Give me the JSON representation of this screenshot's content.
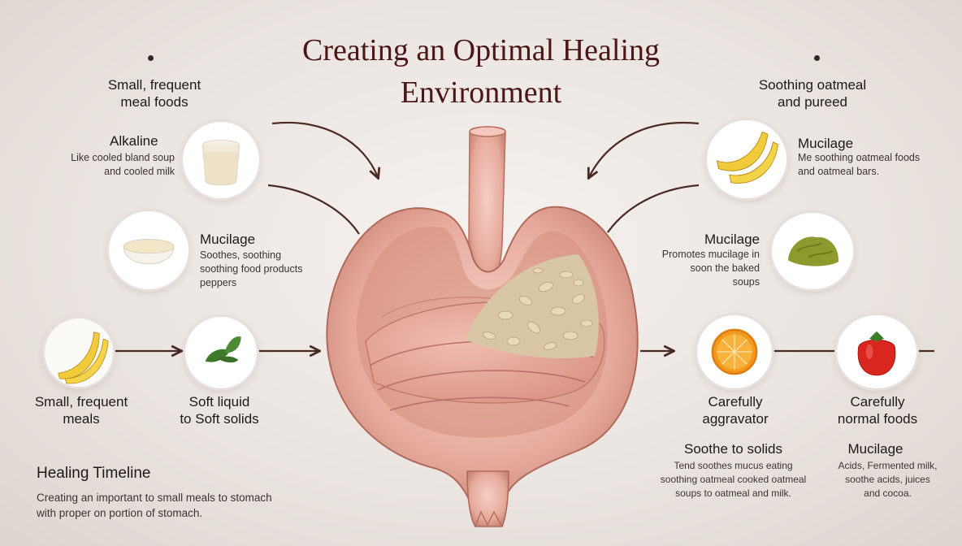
{
  "title": {
    "line1": "Creating an Optimal Healing",
    "line2": "Environment"
  },
  "left": {
    "top_heading": {
      "line1": "Small, frequent",
      "line2": "meal foods"
    },
    "alkaline": {
      "heading": "Alkaline",
      "line1": "Like cooled bland soup",
      "line2": "and cooled milk"
    },
    "mucilage": {
      "heading": "Mucilage",
      "line1": "Soothes, soothing",
      "line2": "soothing food products",
      "line3": "peppers"
    },
    "small_meals": {
      "line1": "Small, frequent",
      "line2": "meals"
    },
    "soft_liquid": {
      "line1": "Soft liquid",
      "line2": "to Soft solids"
    }
  },
  "right": {
    "top_heading": {
      "line1": "Soothing oatmeal",
      "line2": "and pureed"
    },
    "mucilage_top": {
      "heading": "Mucilage",
      "line1": "Me soothing oatmeal foods",
      "line2": "and oatmeal bars."
    },
    "mucilage_mid": {
      "heading": "Mucilage",
      "line1": "Promotes mucilage in",
      "line2": "soon the baked",
      "line3": "soups"
    },
    "carefully_aggravator": {
      "line1": "Carefully",
      "line2": "aggravator"
    },
    "carefully_normal": {
      "line1": "Carefully",
      "line2": "normal foods"
    },
    "soft_solids": {
      "heading": "Soothe to solids",
      "line1": "Tend soothes mucus eating",
      "line2": "soothing oatmeal cooked oatmeal",
      "line3": "soups to oatmeal and milk."
    },
    "mucilage_bottom": {
      "heading": "Mucilage",
      "line1": "Acids, Fermented milk,",
      "line2": "soothe acids, juices",
      "line3": "and cocoa."
    }
  },
  "timeline": {
    "heading": "Healing Timeline",
    "line1": "Creating an important to small meals to stomach",
    "line2": "with proper on portion of stomach."
  },
  "icons": [
    "milk-glass-icon",
    "milk-bowl-icon",
    "banana-icon",
    "basil-leaf-icon",
    "stomach-illustration",
    "oat-flakes-icon",
    "orange-slice-icon",
    "tomato-icon",
    "avocado-puree-icon"
  ],
  "colors": {
    "title": "#4a1616",
    "arrow": "#4a2a22",
    "stomach": "#e9b3a7",
    "background": "#ebe5e1"
  }
}
